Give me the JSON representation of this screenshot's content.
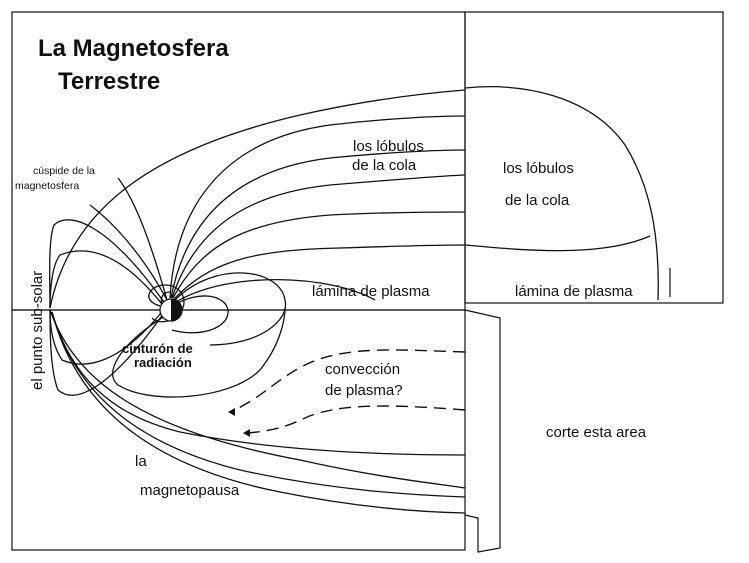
{
  "title": {
    "line1": "La Magnetosfera",
    "line2": "Terrestre"
  },
  "labels": {
    "cusp_line1": "cúspide de la",
    "cusp_line2": "magnetosfera",
    "lobes_inner_line1": "los lóbulos",
    "lobes_inner_line2": "de la cola",
    "lobes_outer_line1": "los lóbulos",
    "lobes_outer_line2": "de la cola",
    "plasma_sheet_inner": "lámina de plasma",
    "plasma_sheet_outer": "lámina de plasma",
    "subsolar": "el punto sub-solar",
    "belt_line1": "cinturón de",
    "belt_line2": "radiación",
    "convection_line1": "convección",
    "convection_line2": "de plasma?",
    "cut_area": "corte esta area",
    "magnetopause_line1": "la",
    "magnetopause_line2": "magnetopausa"
  }
}
